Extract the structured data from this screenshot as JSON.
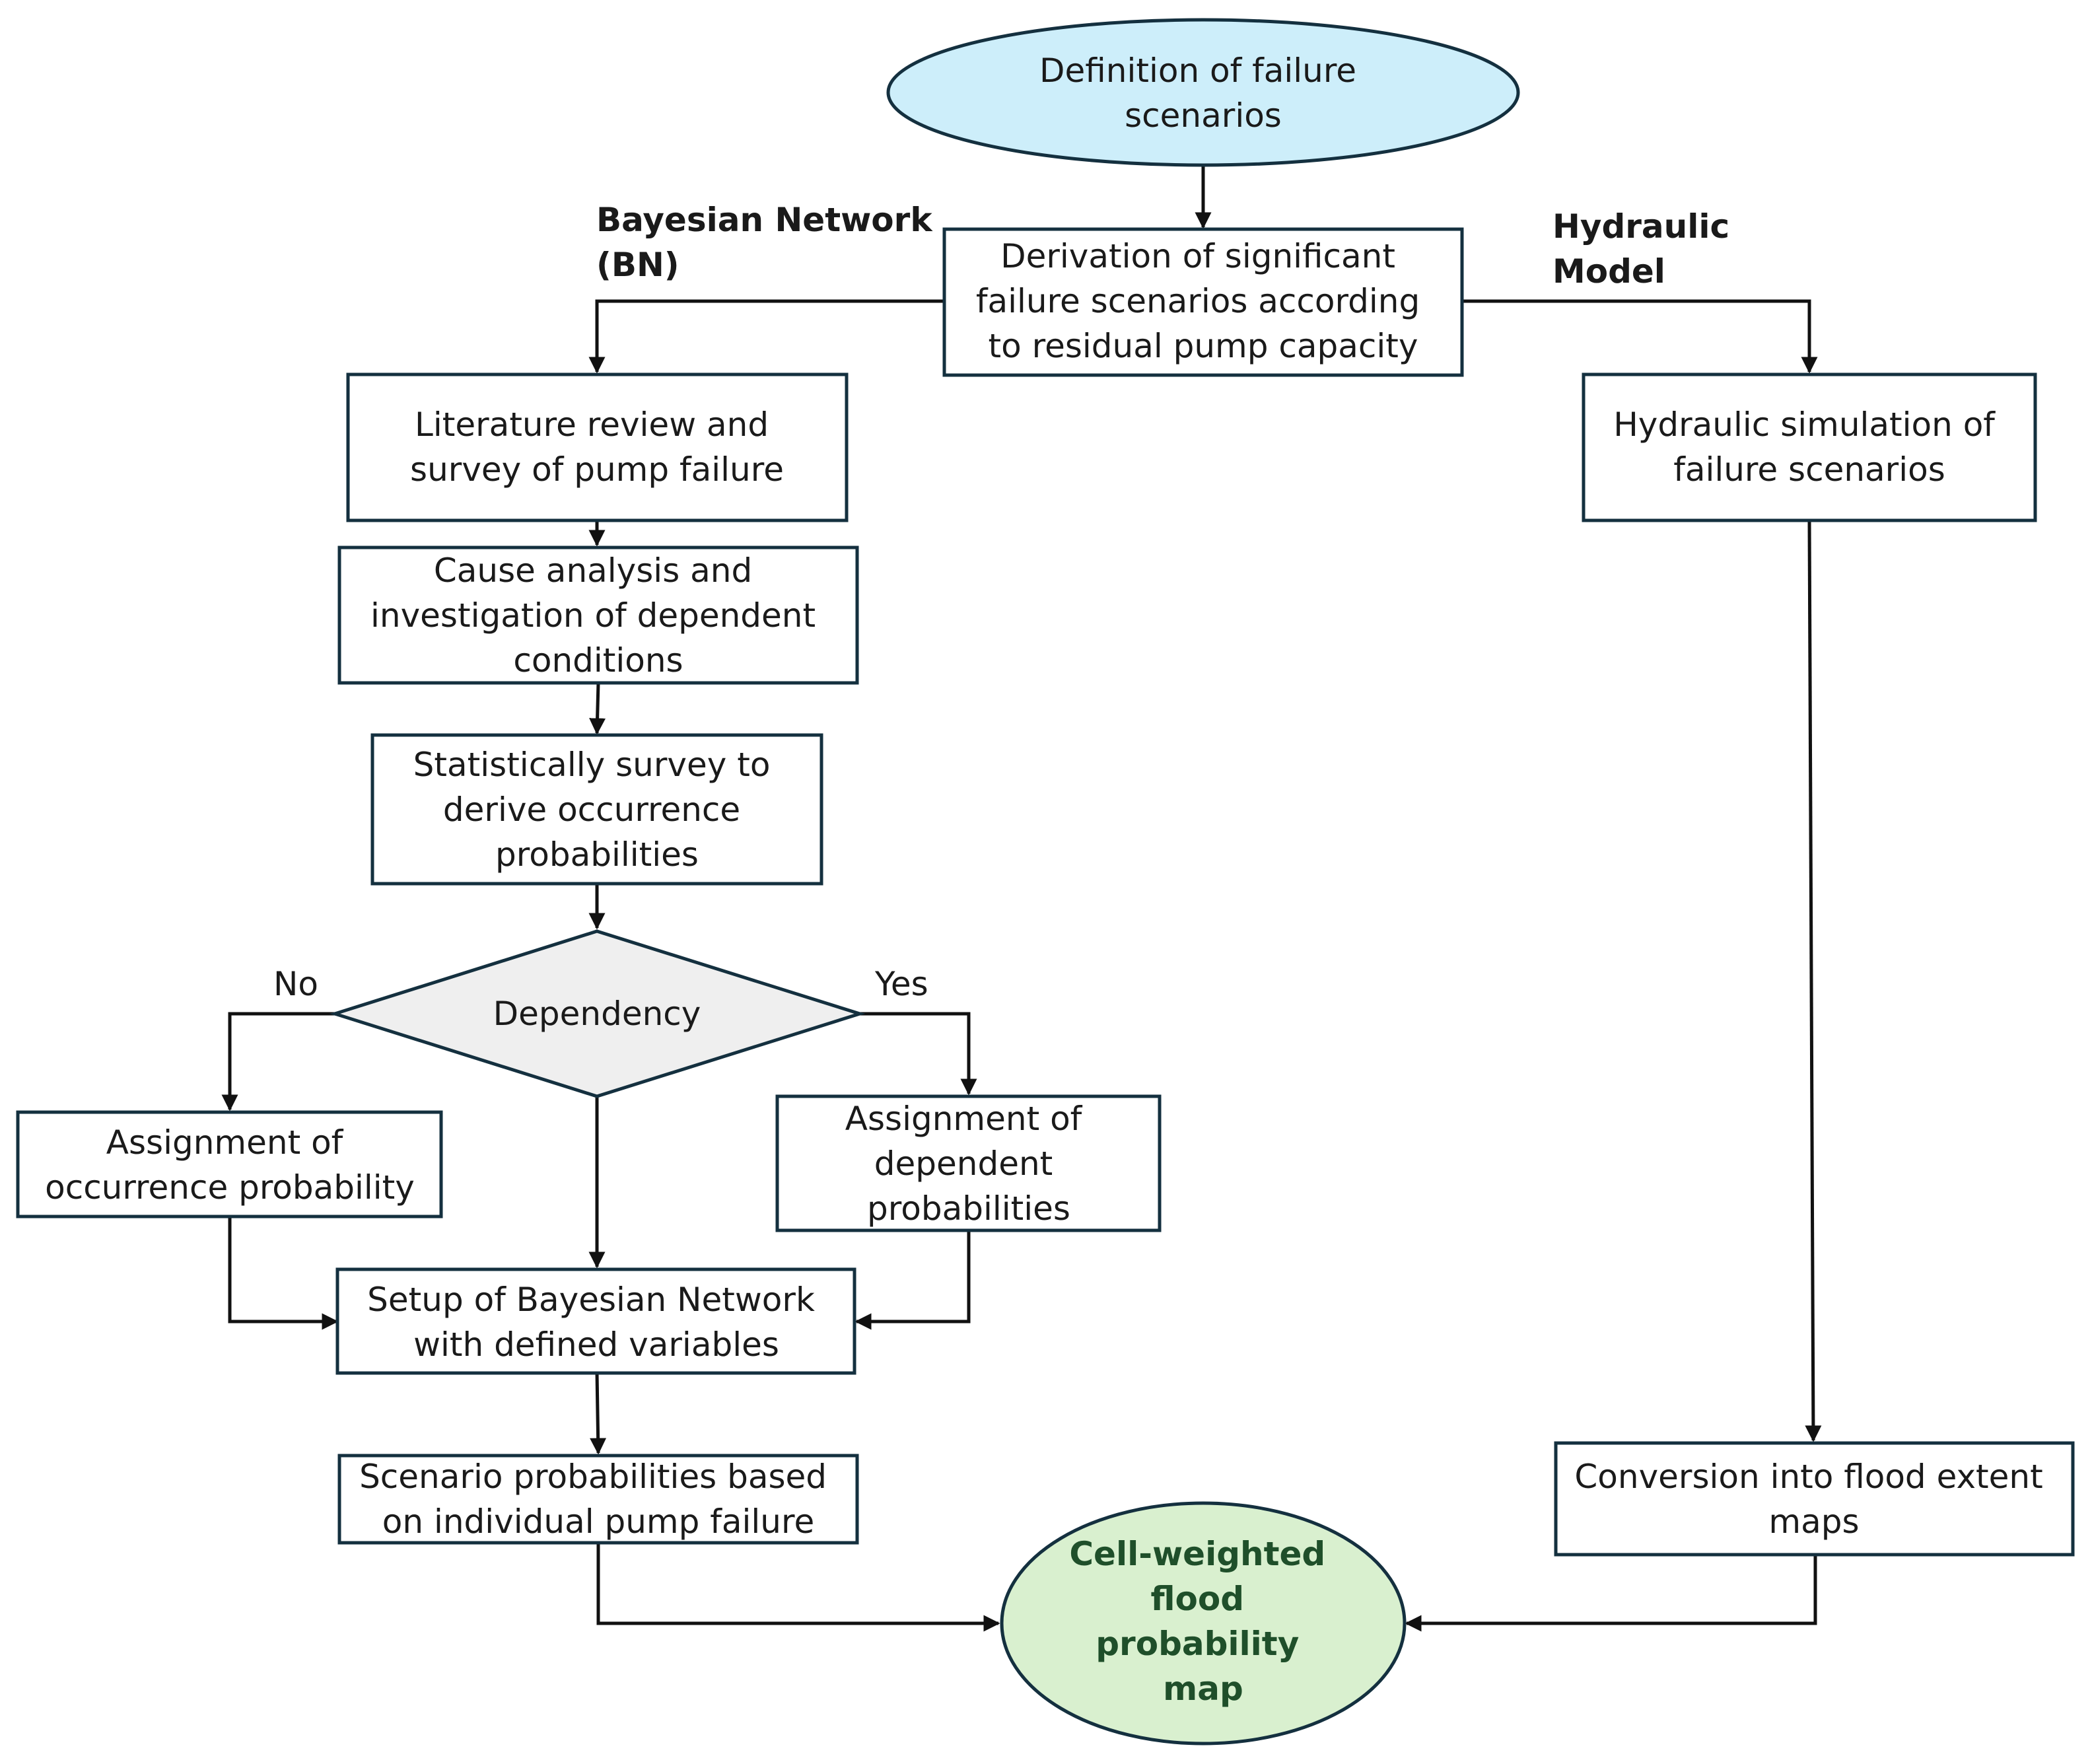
{
  "diagram": {
    "nodes": {
      "start": {
        "lines": [
          "Definition of failure",
          "scenarios"
        ]
      },
      "derivation": {
        "lines": [
          "Derivation of significant",
          "failure scenarios according",
          "to residual pump capacity"
        ]
      },
      "literature": {
        "lines": [
          "Literature review and",
          "survey of pump failure"
        ]
      },
      "cause": {
        "lines": [
          "Cause analysis and",
          "investigation of dependent",
          "conditions"
        ]
      },
      "statistical": {
        "lines": [
          "Statistically survey to",
          "derive occurrence",
          "probabilities"
        ]
      },
      "dependency": {
        "lines": [
          "Dependency"
        ]
      },
      "assign_occ": {
        "lines": [
          "Assignment of",
          "occurrence probability"
        ]
      },
      "assign_dep": {
        "lines": [
          "Assignment of",
          "dependent",
          "probabilities"
        ]
      },
      "setup_bn": {
        "lines": [
          "Setup of Bayesian Network",
          "with defined variables"
        ]
      },
      "scenario_prob": {
        "lines": [
          "Scenario probabilities based",
          "on individual pump failure"
        ]
      },
      "hydraulic_sim": {
        "lines": [
          "Hydraulic simulation of",
          "failure scenarios"
        ]
      },
      "conversion": {
        "lines": [
          "Conversion into flood extent",
          "maps"
        ]
      },
      "result": {
        "lines": [
          "Cell-weighted",
          "flood",
          "probability",
          "map"
        ]
      }
    },
    "branch_labels": {
      "bn": [
        "Bayesian Network",
        "(BN)"
      ],
      "hydraulic": [
        "Hydraulic",
        "Model"
      ],
      "no": "No",
      "yes": "Yes"
    },
    "colors": {
      "start_fill": "#cdeefa",
      "result_fill": "#d9f0cf",
      "result_text": "#1f4f2a",
      "decision_fill": "#efefef",
      "box_stroke": "#14303f",
      "line": "#111111"
    }
  }
}
